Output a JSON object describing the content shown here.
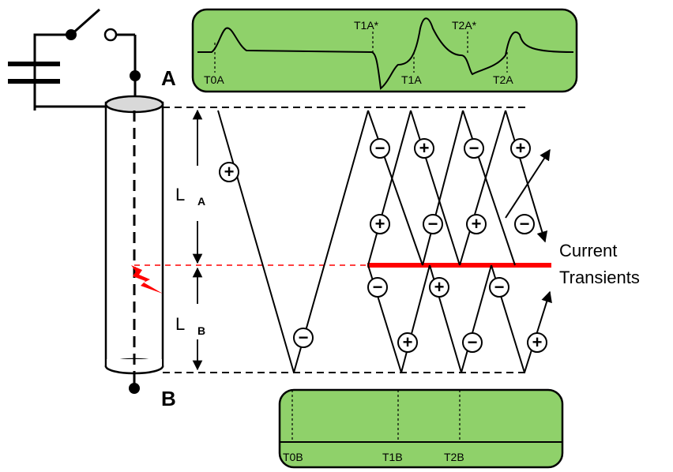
{
  "terminals": {
    "a": "A",
    "b": "B"
  },
  "lengths": {
    "la_main": "L",
    "la_sub": "A",
    "lb_main": "L",
    "lb_sub": "B"
  },
  "annotation": {
    "line1": "Current",
    "line2": "Transients"
  },
  "top_scope": {
    "markers": [
      "T0A",
      "T1A*",
      "T1A",
      "T2A*",
      "T2A"
    ]
  },
  "bottom_scope": {
    "markers": [
      "T0B",
      "T1B",
      "T2B"
    ]
  },
  "signs": {
    "plus": "+",
    "minus": "−"
  },
  "colors": {
    "scope_fill": "#8fd16a",
    "fault_line": "#ff0000",
    "cable_fill": "#ffffff",
    "cable_top": "#d9d9d9",
    "lightning": "#ff0000"
  }
}
